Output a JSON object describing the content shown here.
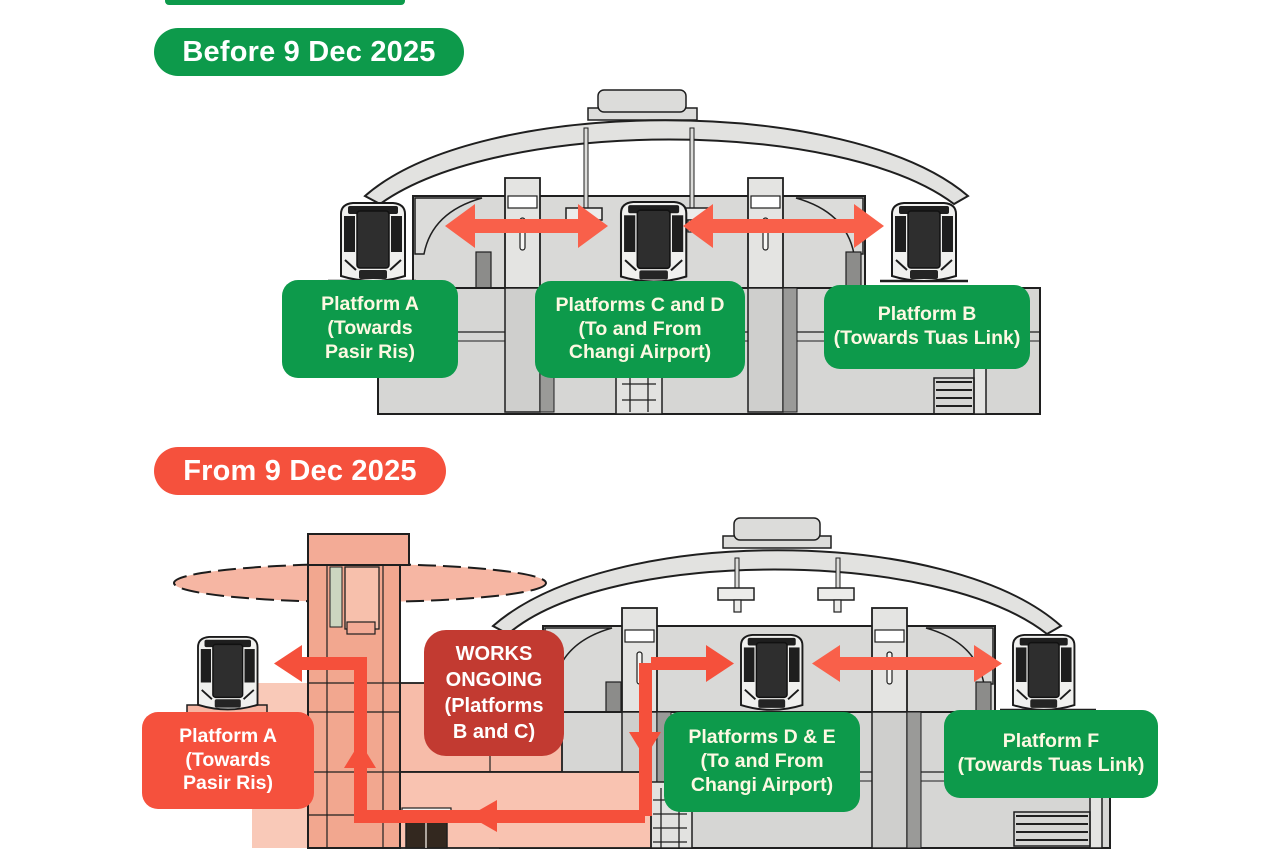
{
  "title_strip": "",
  "before": {
    "badge": "Before 9 Dec 2025",
    "platform_a": "Platform A\n(Towards\nPasir Ris)",
    "platforms_cd": "Platforms C and D\n(To and From\nChangi Airport)",
    "platform_b": "Platform B\n(Towards Tuas Link)"
  },
  "after": {
    "badge": "From 9 Dec 2025",
    "platform_a": "Platform A\n(Towards\nPasir Ris)",
    "works_ongoing": "WORKS\nONGOING\n(Platforms\nB and C)",
    "platforms_de": "Platforms D & E\n(To and From\nChangi Airport)",
    "platform_f": "Platform F\n(Towards Tuas Link)"
  },
  "colors": {
    "green": "#0d9a4b",
    "coral_red": "#f5513d",
    "dark_red": "#c23a31",
    "arrow": "#f9604a",
    "station_gray": "#dbdbd9",
    "works_pink": "#f5ad98",
    "background": "#ffffff"
  },
  "icons": {
    "train": "train-icon",
    "transfer_arrow": "transfer-arrow-icon",
    "route_arrow": "route-arrow-icon"
  }
}
